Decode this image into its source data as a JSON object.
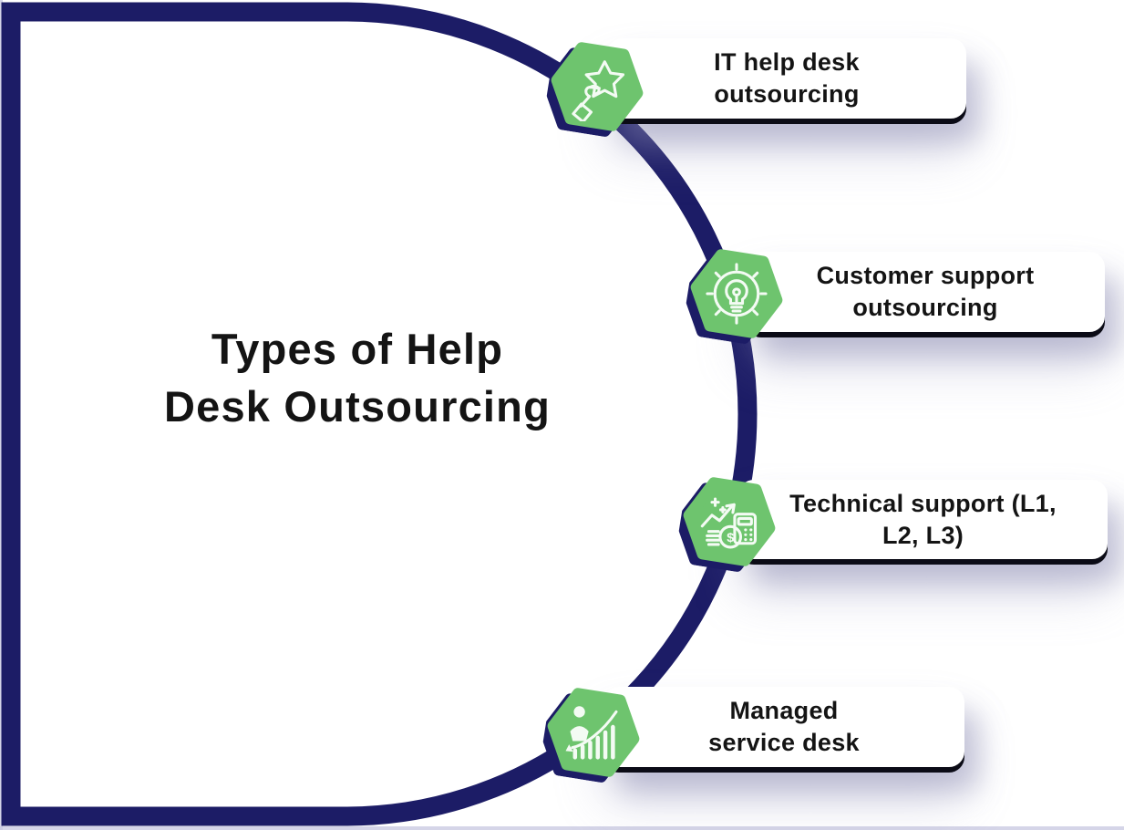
{
  "title": {
    "line1": "Types of Help",
    "line2": "Desk Outsourcing"
  },
  "items": [
    {
      "label_line1": "IT help desk",
      "label_line2": "outsourcing",
      "icon": "hand-star-icon"
    },
    {
      "label_line1": "Customer support",
      "label_line2": "outsourcing",
      "icon": "gear-lightbulb-icon"
    },
    {
      "label_line1": "Technical support (L1,",
      "label_line2": "L2, L3)",
      "icon": "growth-chart-calculator-icon",
      "coin_symbol": "$"
    },
    {
      "label_line1": "Managed",
      "label_line2": "service desk",
      "icon": "person-bar-chart-icon"
    }
  ],
  "colors": {
    "navy": "#1c1c66",
    "green": "#6ec46e",
    "card-bg": "#ffffff",
    "text": "#141414",
    "hard-shadow": "#0b0b16"
  }
}
